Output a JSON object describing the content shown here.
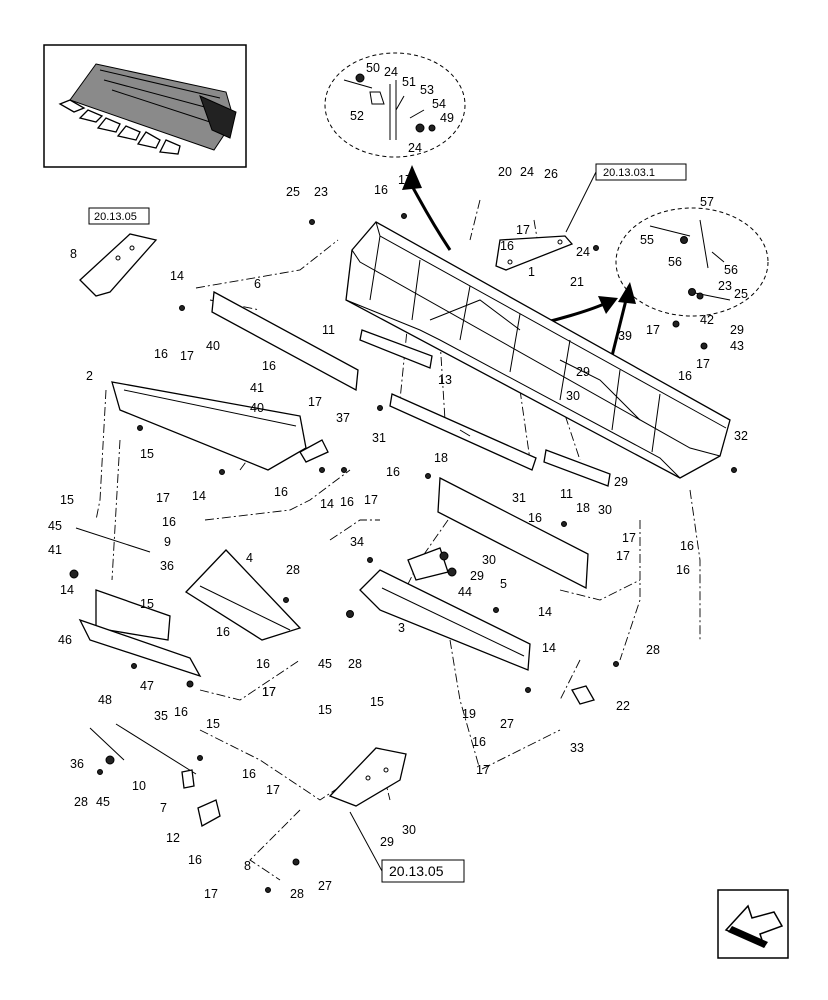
{
  "callouts": [
    {
      "id": "c01",
      "text": "50"
    },
    {
      "id": "c02",
      "text": "24"
    },
    {
      "id": "c03",
      "text": "51"
    },
    {
      "id": "c04",
      "text": "53"
    },
    {
      "id": "c05",
      "text": "54"
    },
    {
      "id": "c06",
      "text": "49"
    },
    {
      "id": "c07",
      "text": "52"
    },
    {
      "id": "c08",
      "text": "24"
    },
    {
      "id": "c09",
      "text": "20"
    },
    {
      "id": "c10",
      "text": "24"
    },
    {
      "id": "c11",
      "text": "26"
    },
    {
      "id": "c12",
      "text": "25"
    },
    {
      "id": "c13",
      "text": "23"
    },
    {
      "id": "c14",
      "text": "16"
    },
    {
      "id": "c15",
      "text": "17"
    },
    {
      "id": "c16",
      "text": "17"
    },
    {
      "id": "c17",
      "text": "16"
    },
    {
      "id": "c18",
      "text": "24"
    },
    {
      "id": "c19",
      "text": "21"
    },
    {
      "id": "c20",
      "text": "1"
    },
    {
      "id": "c21",
      "text": "57"
    },
    {
      "id": "c22",
      "text": "55"
    },
    {
      "id": "c23",
      "text": "56"
    },
    {
      "id": "c24",
      "text": "56"
    },
    {
      "id": "c25",
      "text": "23"
    },
    {
      "id": "c26",
      "text": "25"
    },
    {
      "id": "c27",
      "text": "8"
    },
    {
      "id": "c28",
      "text": "14"
    },
    {
      "id": "c29",
      "text": "6"
    },
    {
      "id": "c30",
      "text": "42"
    },
    {
      "id": "c31",
      "text": "29"
    },
    {
      "id": "c32",
      "text": "17"
    },
    {
      "id": "c33",
      "text": "43"
    },
    {
      "id": "c34",
      "text": "39"
    },
    {
      "id": "c35",
      "text": "17"
    },
    {
      "id": "c36",
      "text": "16"
    },
    {
      "id": "c37",
      "text": "16"
    },
    {
      "id": "c38",
      "text": "40"
    },
    {
      "id": "c39",
      "text": "17"
    },
    {
      "id": "c40",
      "text": "2"
    },
    {
      "id": "c41",
      "text": "16"
    },
    {
      "id": "c42",
      "text": "41"
    },
    {
      "id": "c43",
      "text": "17"
    },
    {
      "id": "c44",
      "text": "40"
    },
    {
      "id": "c45",
      "text": "11"
    },
    {
      "id": "c46",
      "text": "13"
    },
    {
      "id": "c47",
      "text": "29"
    },
    {
      "id": "c48",
      "text": "30"
    },
    {
      "id": "c49",
      "text": "37"
    },
    {
      "id": "c50",
      "text": "31"
    },
    {
      "id": "c51",
      "text": "15"
    },
    {
      "id": "c52",
      "text": "14"
    },
    {
      "id": "c53",
      "text": "16"
    },
    {
      "id": "c54",
      "text": "18"
    },
    {
      "id": "c55",
      "text": "16"
    },
    {
      "id": "c56",
      "text": "14"
    },
    {
      "id": "c57",
      "text": "16"
    },
    {
      "id": "c58",
      "text": "17"
    },
    {
      "id": "c59",
      "text": "31"
    },
    {
      "id": "c60",
      "text": "11"
    },
    {
      "id": "c61",
      "text": "29"
    },
    {
      "id": "c62",
      "text": "32"
    },
    {
      "id": "c63",
      "text": "18"
    },
    {
      "id": "c64",
      "text": "30"
    },
    {
      "id": "c65",
      "text": "16"
    },
    {
      "id": "c66",
      "text": "17"
    },
    {
      "id": "c67",
      "text": "16"
    },
    {
      "id": "c68",
      "text": "17"
    },
    {
      "id": "c69",
      "text": "16"
    },
    {
      "id": "c70",
      "text": "15"
    },
    {
      "id": "c71",
      "text": "17"
    },
    {
      "id": "c72",
      "text": "16"
    },
    {
      "id": "c73",
      "text": "45"
    },
    {
      "id": "c74",
      "text": "9"
    },
    {
      "id": "c75",
      "text": "41"
    },
    {
      "id": "c76",
      "text": "36"
    },
    {
      "id": "c77",
      "text": "14"
    },
    {
      "id": "c78",
      "text": "15"
    },
    {
      "id": "c79",
      "text": "46"
    },
    {
      "id": "c80",
      "text": "4"
    },
    {
      "id": "c81",
      "text": "28"
    },
    {
      "id": "c82",
      "text": "16"
    },
    {
      "id": "c83",
      "text": "34"
    },
    {
      "id": "c84",
      "text": "30"
    },
    {
      "id": "c85",
      "text": "29"
    },
    {
      "id": "c86",
      "text": "44"
    },
    {
      "id": "c87",
      "text": "5"
    },
    {
      "id": "c88",
      "text": "14"
    },
    {
      "id": "c89",
      "text": "16"
    },
    {
      "id": "c90",
      "text": "17"
    },
    {
      "id": "c91",
      "text": "45"
    },
    {
      "id": "c92",
      "text": "28"
    },
    {
      "id": "c93",
      "text": "3"
    },
    {
      "id": "c94",
      "text": "14"
    },
    {
      "id": "c95",
      "text": "28"
    },
    {
      "id": "c96",
      "text": "48"
    },
    {
      "id": "c97",
      "text": "47"
    },
    {
      "id": "c98",
      "text": "35"
    },
    {
      "id": "c99",
      "text": "16"
    },
    {
      "id": "c100",
      "text": "17"
    },
    {
      "id": "c101",
      "text": "19"
    },
    {
      "id": "c102",
      "text": "22"
    },
    {
      "id": "c103",
      "text": "15"
    },
    {
      "id": "c104",
      "text": "15"
    },
    {
      "id": "c105",
      "text": "27"
    },
    {
      "id": "c106",
      "text": "16"
    },
    {
      "id": "c107",
      "text": "33"
    },
    {
      "id": "c108",
      "text": "17"
    },
    {
      "id": "c109",
      "text": "15"
    },
    {
      "id": "c110",
      "text": "36"
    },
    {
      "id": "c111",
      "text": "10"
    },
    {
      "id": "c112",
      "text": "16"
    },
    {
      "id": "c113",
      "text": "17"
    },
    {
      "id": "c114",
      "text": "28"
    },
    {
      "id": "c115",
      "text": "45"
    },
    {
      "id": "c116",
      "text": "7"
    },
    {
      "id": "c117",
      "text": "12"
    },
    {
      "id": "c118",
      "text": "16"
    },
    {
      "id": "c119",
      "text": "29"
    },
    {
      "id": "c120",
      "text": "30"
    },
    {
      "id": "c121",
      "text": "8"
    },
    {
      "id": "c122",
      "text": "17"
    },
    {
      "id": "c123",
      "text": "27"
    },
    {
      "id": "c124",
      "text": "28"
    }
  ],
  "references": {
    "ref_top_right": "20.13.03.1",
    "ref_top_left": "20.13.05",
    "ref_bottom": "20.13.05"
  },
  "icons": {
    "nav": "return-arrow-icon",
    "thumbnail": "header-thumbnail-icon"
  }
}
